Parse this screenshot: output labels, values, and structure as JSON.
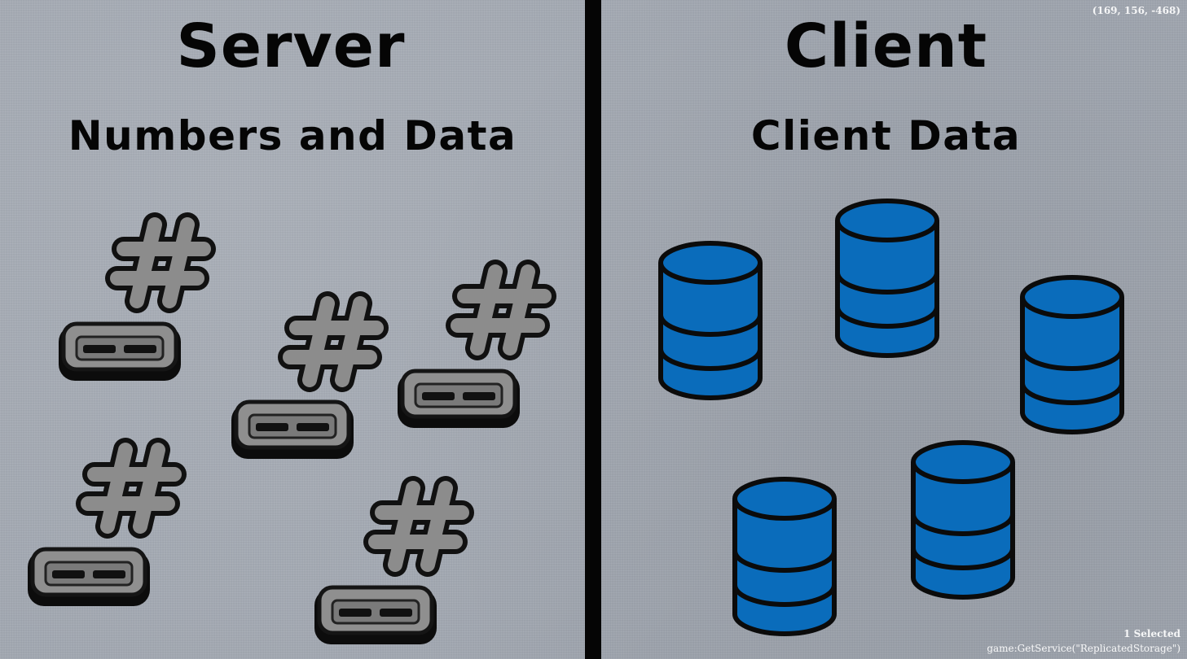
{
  "server": {
    "title": "Server",
    "subtitle": "Numbers and Data"
  },
  "client": {
    "title": "Client",
    "subtitle": "Client Data"
  },
  "overlay": {
    "coords": "(169, 156, -468)",
    "selection": "1 Selected",
    "path": "game:GetService(\"ReplicatedStorage\")"
  },
  "colors": {
    "background": "#a0a6b0",
    "divider": "#050505",
    "number_icon": "#8c8c8c",
    "database_icon": "#0a6cbb"
  },
  "icons": {
    "server": [
      "hash-icon",
      "number-box-icon"
    ],
    "client": [
      "database-icon"
    ]
  }
}
